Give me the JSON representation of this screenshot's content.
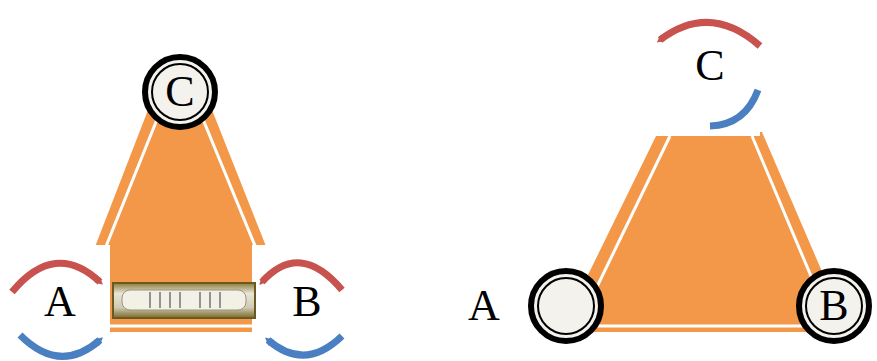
{
  "diagram": {
    "nodes": [
      {
        "text": [
          "C"
        ]
      },
      {
        "text": [
          "A"
        ]
      },
      {
        "text": [
          "B"
        ]
      }
    ],
    "labels": [
      "A",
      "B",
      "C"
    ]
  }
}
